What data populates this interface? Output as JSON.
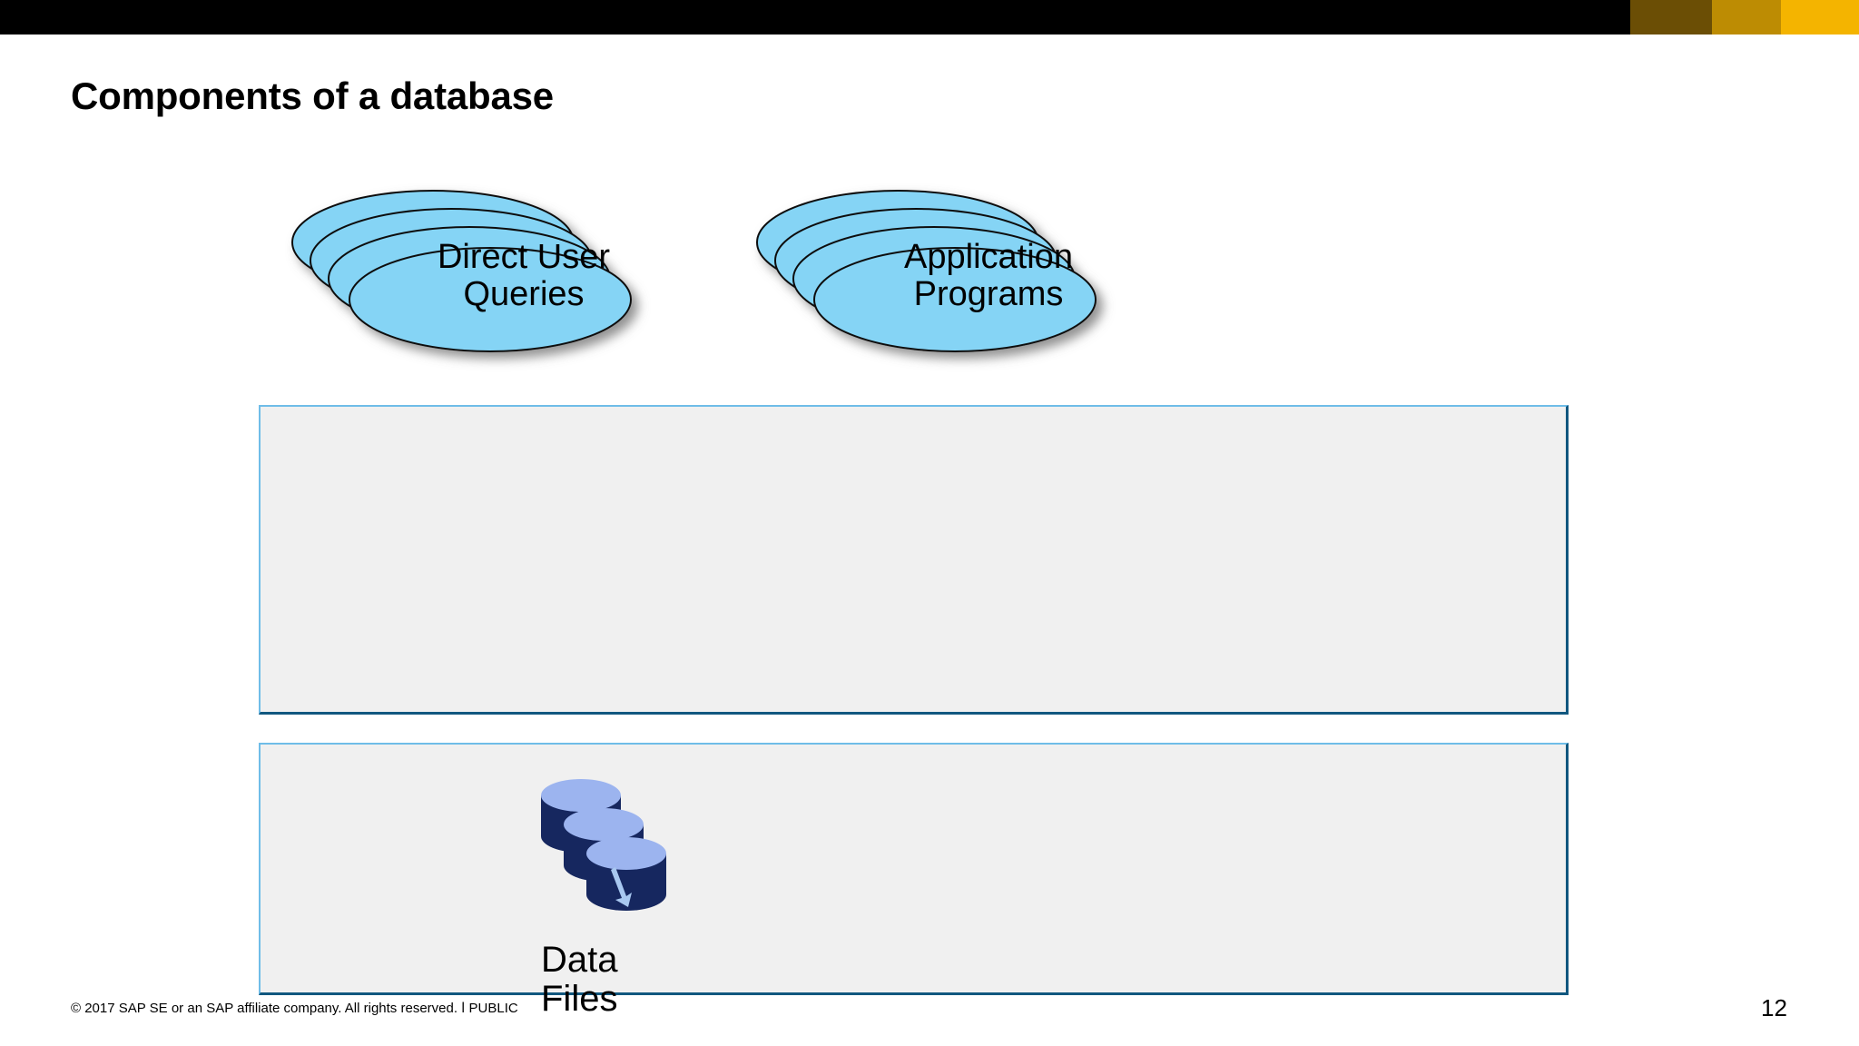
{
  "slide": {
    "title": "Components of a database",
    "page_number": "12",
    "copyright": "© 2017 SAP SE or an SAP affiliate company. All rights reserved.  ⅼ  PUBLIC"
  },
  "topbar": {
    "background": "#000000",
    "segments": [
      {
        "name": "dark-gold",
        "color": "#6b4e05"
      },
      {
        "name": "mid-gold",
        "color": "#bd8c03"
      },
      {
        "name": "bright-gold",
        "color": "#f4b400"
      }
    ]
  },
  "diagram": {
    "ellipse_stacks": [
      {
        "id": "direct-user-queries",
        "label_line1": "Direct User",
        "label_line2": "Queries",
        "count": 4,
        "fill": "#85d4f5",
        "stroke": "#111111"
      },
      {
        "id": "application-programs",
        "label_line1": "Application",
        "label_line2": "Programs",
        "count": 4,
        "fill": "#85d4f5",
        "stroke": "#111111"
      }
    ],
    "boxes": [
      {
        "id": "dbms-box",
        "label": "",
        "fill": "#f0f0f0",
        "border_light": "#6fbde8",
        "border_dark": "#11577f"
      },
      {
        "id": "data-files-box",
        "label": "",
        "fill": "#f0f0f0",
        "border_light": "#6fbde8",
        "border_dark": "#11577f"
      }
    ],
    "data_files": {
      "icon": "database-cylinders-icon",
      "label_line1": "Data",
      "label_line2": "Files",
      "cylinder_body": "#16275f",
      "cylinder_top": "#9cb4ef",
      "arrow": "#a8c8f0"
    }
  }
}
